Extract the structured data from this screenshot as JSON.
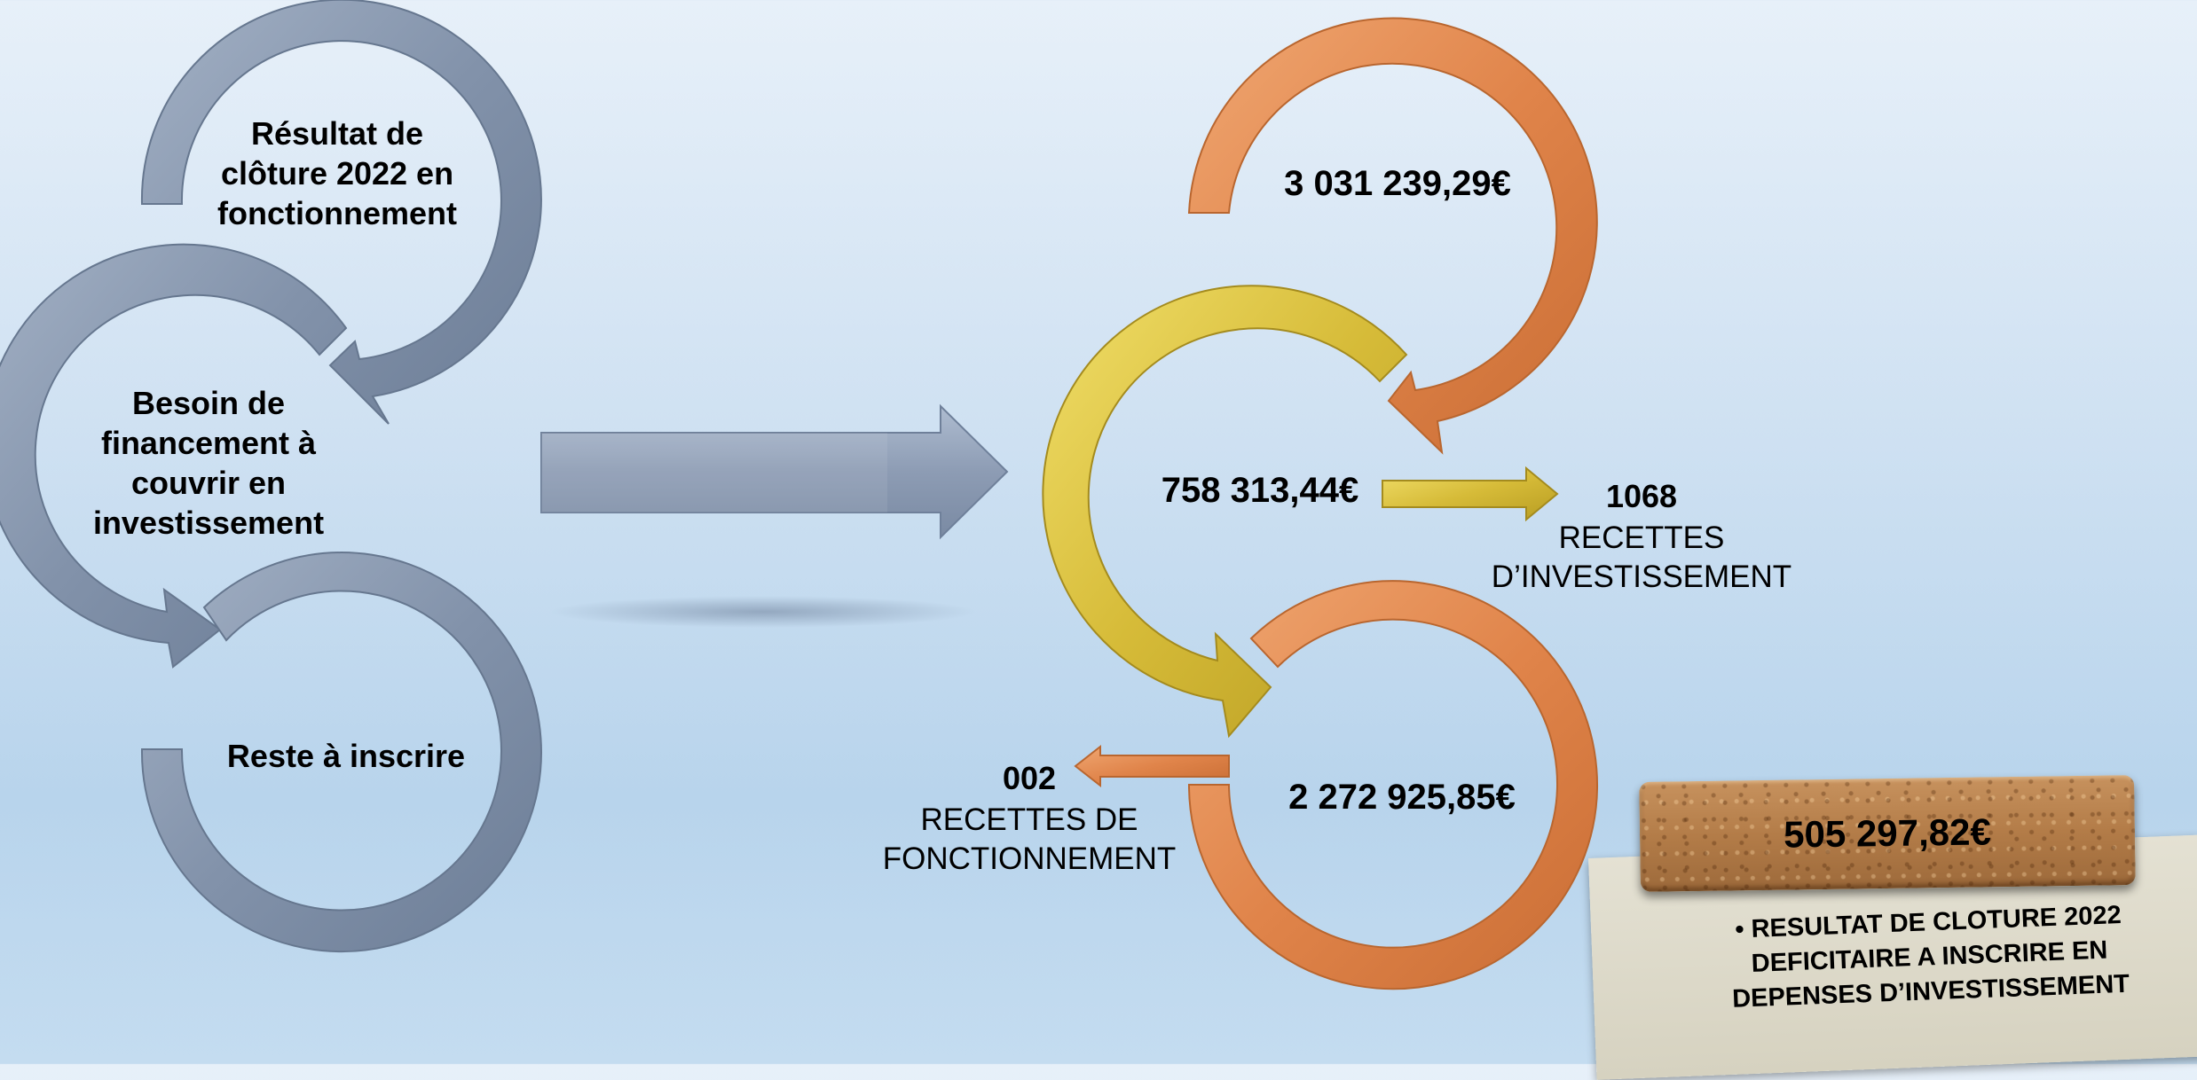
{
  "left_cycle": {
    "step1": "Résultat de clôture 2022 en fonctionnement",
    "step2": "Besoin de financement à couvrir en investissement",
    "step3": "Reste à inscrire"
  },
  "right_cycle": {
    "top_value": "3 031 239,29€",
    "middle_value": "758 313,44€",
    "bottom_value": "2 272 925,85€",
    "invest_code": "1068",
    "invest_label": "RECETTES D’INVESTISSEMENT",
    "fonct_code": "002",
    "fonct_label": "RECETTES DE FONCTIONNEMENT"
  },
  "result_box": {
    "value": "505 297,82€",
    "note": "RESULTAT DE CLOTURE 2022 DEFICITAIRE A INSCRIRE EN DEPENSES D’INVESTISSEMENT"
  },
  "colors": {
    "gray_arrow": "#8797ad",
    "orange_arrow": "#e08a52",
    "gold_arrow": "#d9bf3d"
  }
}
